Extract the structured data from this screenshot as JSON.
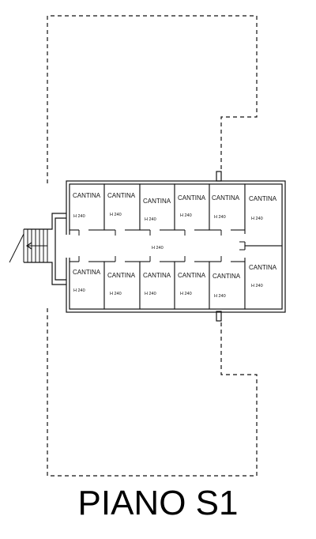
{
  "floor": {
    "title": "PIANO S1"
  },
  "rooms": {
    "top": [
      {
        "label": "CANTINA",
        "height": "H 240"
      },
      {
        "label": "CANTINA",
        "height": "H 240"
      },
      {
        "label": "CANTINA",
        "height": "H 240"
      },
      {
        "label": "CANTINA",
        "height": "H 240"
      },
      {
        "label": "CANTINA",
        "height": "H 240"
      },
      {
        "label": "CANTINA",
        "height": "H 240"
      }
    ],
    "bottom": [
      {
        "label": "CANTINA",
        "height": "H 240"
      },
      {
        "label": "CANTINA",
        "height": "H 240"
      },
      {
        "label": "CANTINA",
        "height": "H 240"
      },
      {
        "label": "CANTINA",
        "height": "H 240"
      },
      {
        "label": "CANTINA",
        "height": "H 240"
      },
      {
        "label": "CANTINA",
        "height": "H 240"
      }
    ],
    "corridor": {
      "height": "H 240"
    }
  }
}
